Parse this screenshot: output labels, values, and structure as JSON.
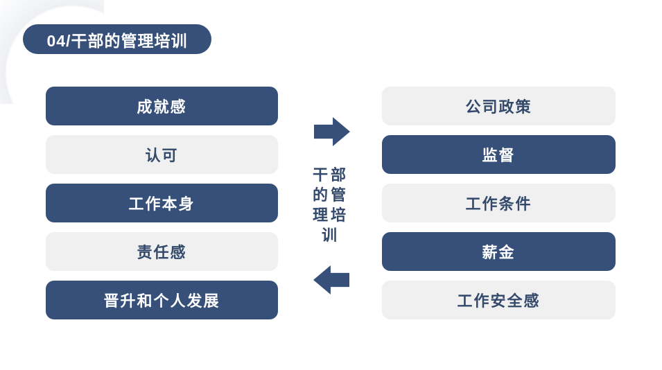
{
  "slide": {
    "title": "04/干部的管理培训",
    "center": {
      "label": "干部的管理培训",
      "top_arrow_icon": "right-arrow",
      "bottom_arrow_icon": "left-arrow"
    },
    "left_column": {
      "items": [
        {
          "label": "成就感",
          "variant": "dark"
        },
        {
          "label": "认可",
          "variant": "light"
        },
        {
          "label": "工作本身",
          "variant": "dark"
        },
        {
          "label": "责任感",
          "variant": "light"
        },
        {
          "label": "晋升和个人发展",
          "variant": "dark"
        }
      ]
    },
    "right_column": {
      "items": [
        {
          "label": "公司政策",
          "variant": "light"
        },
        {
          "label": "监督",
          "variant": "dark"
        },
        {
          "label": "工作条件",
          "variant": "light"
        },
        {
          "label": "薪金",
          "variant": "dark"
        },
        {
          "label": "工作安全感",
          "variant": "light"
        }
      ]
    },
    "colors": {
      "navy": "#36507A",
      "light_gray": "#F0F0F1",
      "text_navy": "#33496B",
      "background": "#FFFFFF"
    }
  }
}
